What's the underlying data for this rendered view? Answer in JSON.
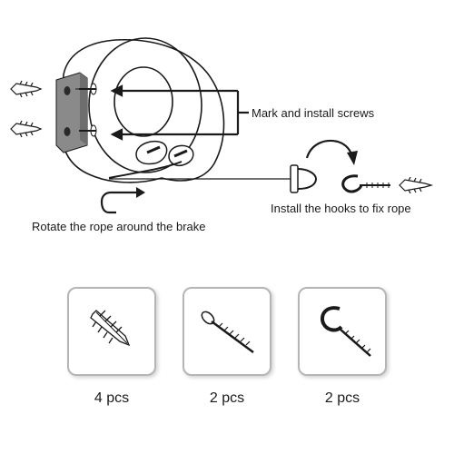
{
  "instructions": {
    "mark_screws": "Mark and install screws",
    "install_hooks": "Install the hooks to fix rope",
    "rotate_rope": "Rotate the rope around the brake"
  },
  "parts": [
    {
      "icon": "wall-anchor-icon",
      "count_label": "4 pcs"
    },
    {
      "icon": "screw-icon",
      "count_label": "2 pcs"
    },
    {
      "icon": "screw-hook-icon",
      "count_label": "2 pcs"
    }
  ],
  "colors": {
    "line": "#1a1a1a",
    "box_border": "#b5b5b5",
    "bracket": "#8a8a8a",
    "background": "#ffffff"
  }
}
